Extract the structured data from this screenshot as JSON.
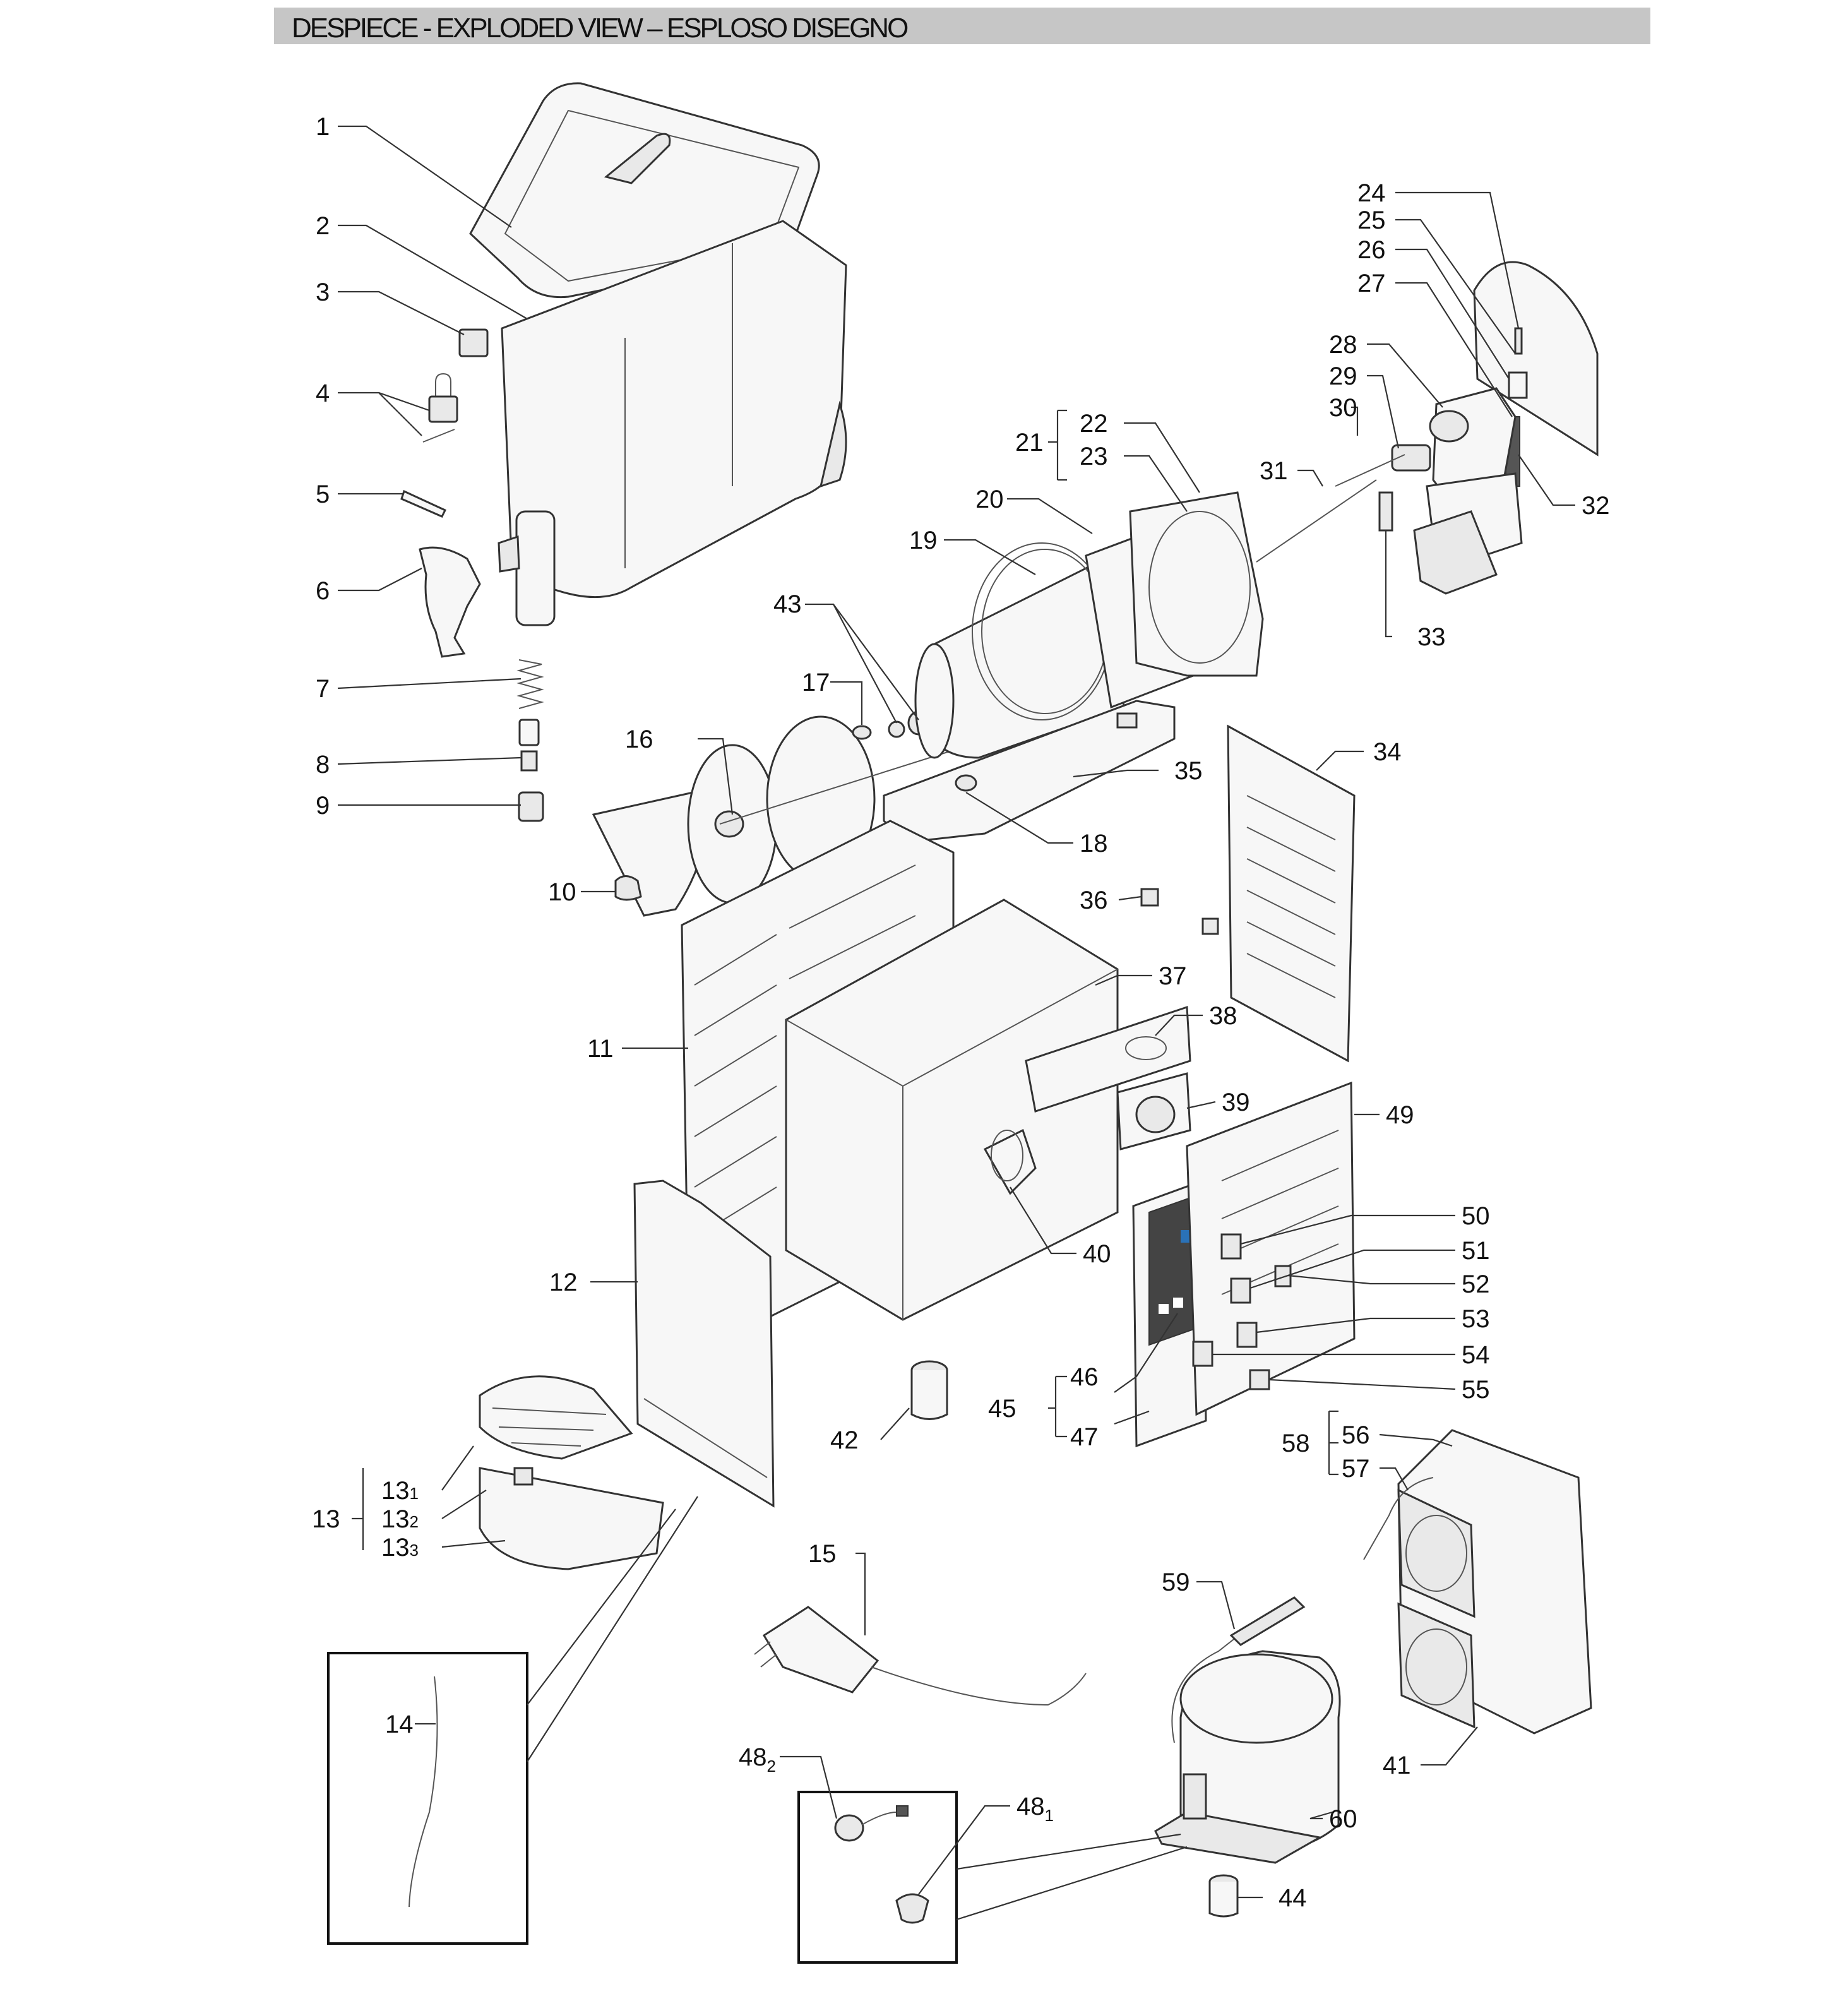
{
  "header": {
    "title": "DESPIECE - EXPLODED VIEW – ESPLOSO DISEGNO"
  },
  "labels": {
    "p1": "1",
    "p2": "2",
    "p3": "3",
    "p4": "4",
    "p5": "5",
    "p6": "6",
    "p7": "7",
    "p8": "8",
    "p9": "9",
    "p10": "10",
    "p11": "11",
    "p12": "12",
    "p13": "13",
    "p13_1": "13",
    "p13_2": "13",
    "p13_3": "13",
    "sub1": "1",
    "sub2": "2",
    "sub3": "3",
    "p14": "14",
    "p15": "15",
    "p16": "16",
    "p17": "17",
    "p18": "18",
    "p19": "19",
    "p20": "20",
    "p21": "21",
    "p22": "22",
    "p23": "23",
    "p24": "24",
    "p25": "25",
    "p26": "26",
    "p27": "27",
    "p28": "28",
    "p29": "29",
    "p30": "30",
    "p31": "31",
    "p32": "32",
    "p33": "33",
    "p34": "34",
    "p35": "35",
    "p36": "36",
    "p37": "37",
    "p38": "38",
    "p39": "39",
    "p40": "40",
    "p41": "41",
    "p42": "42",
    "p43": "43",
    "p44": "44",
    "p45": "45",
    "p46": "46",
    "p47": "47",
    "p48_1": "48",
    "p48_2": "48",
    "p48_sub1": "1",
    "p48_sub2": "2",
    "p49": "49",
    "p50": "50",
    "p51": "51",
    "p52": "52",
    "p53": "53",
    "p54": "54",
    "p55": "55",
    "p56": "56",
    "p57": "57",
    "p58": "58",
    "p59": "59",
    "p60": "60"
  }
}
